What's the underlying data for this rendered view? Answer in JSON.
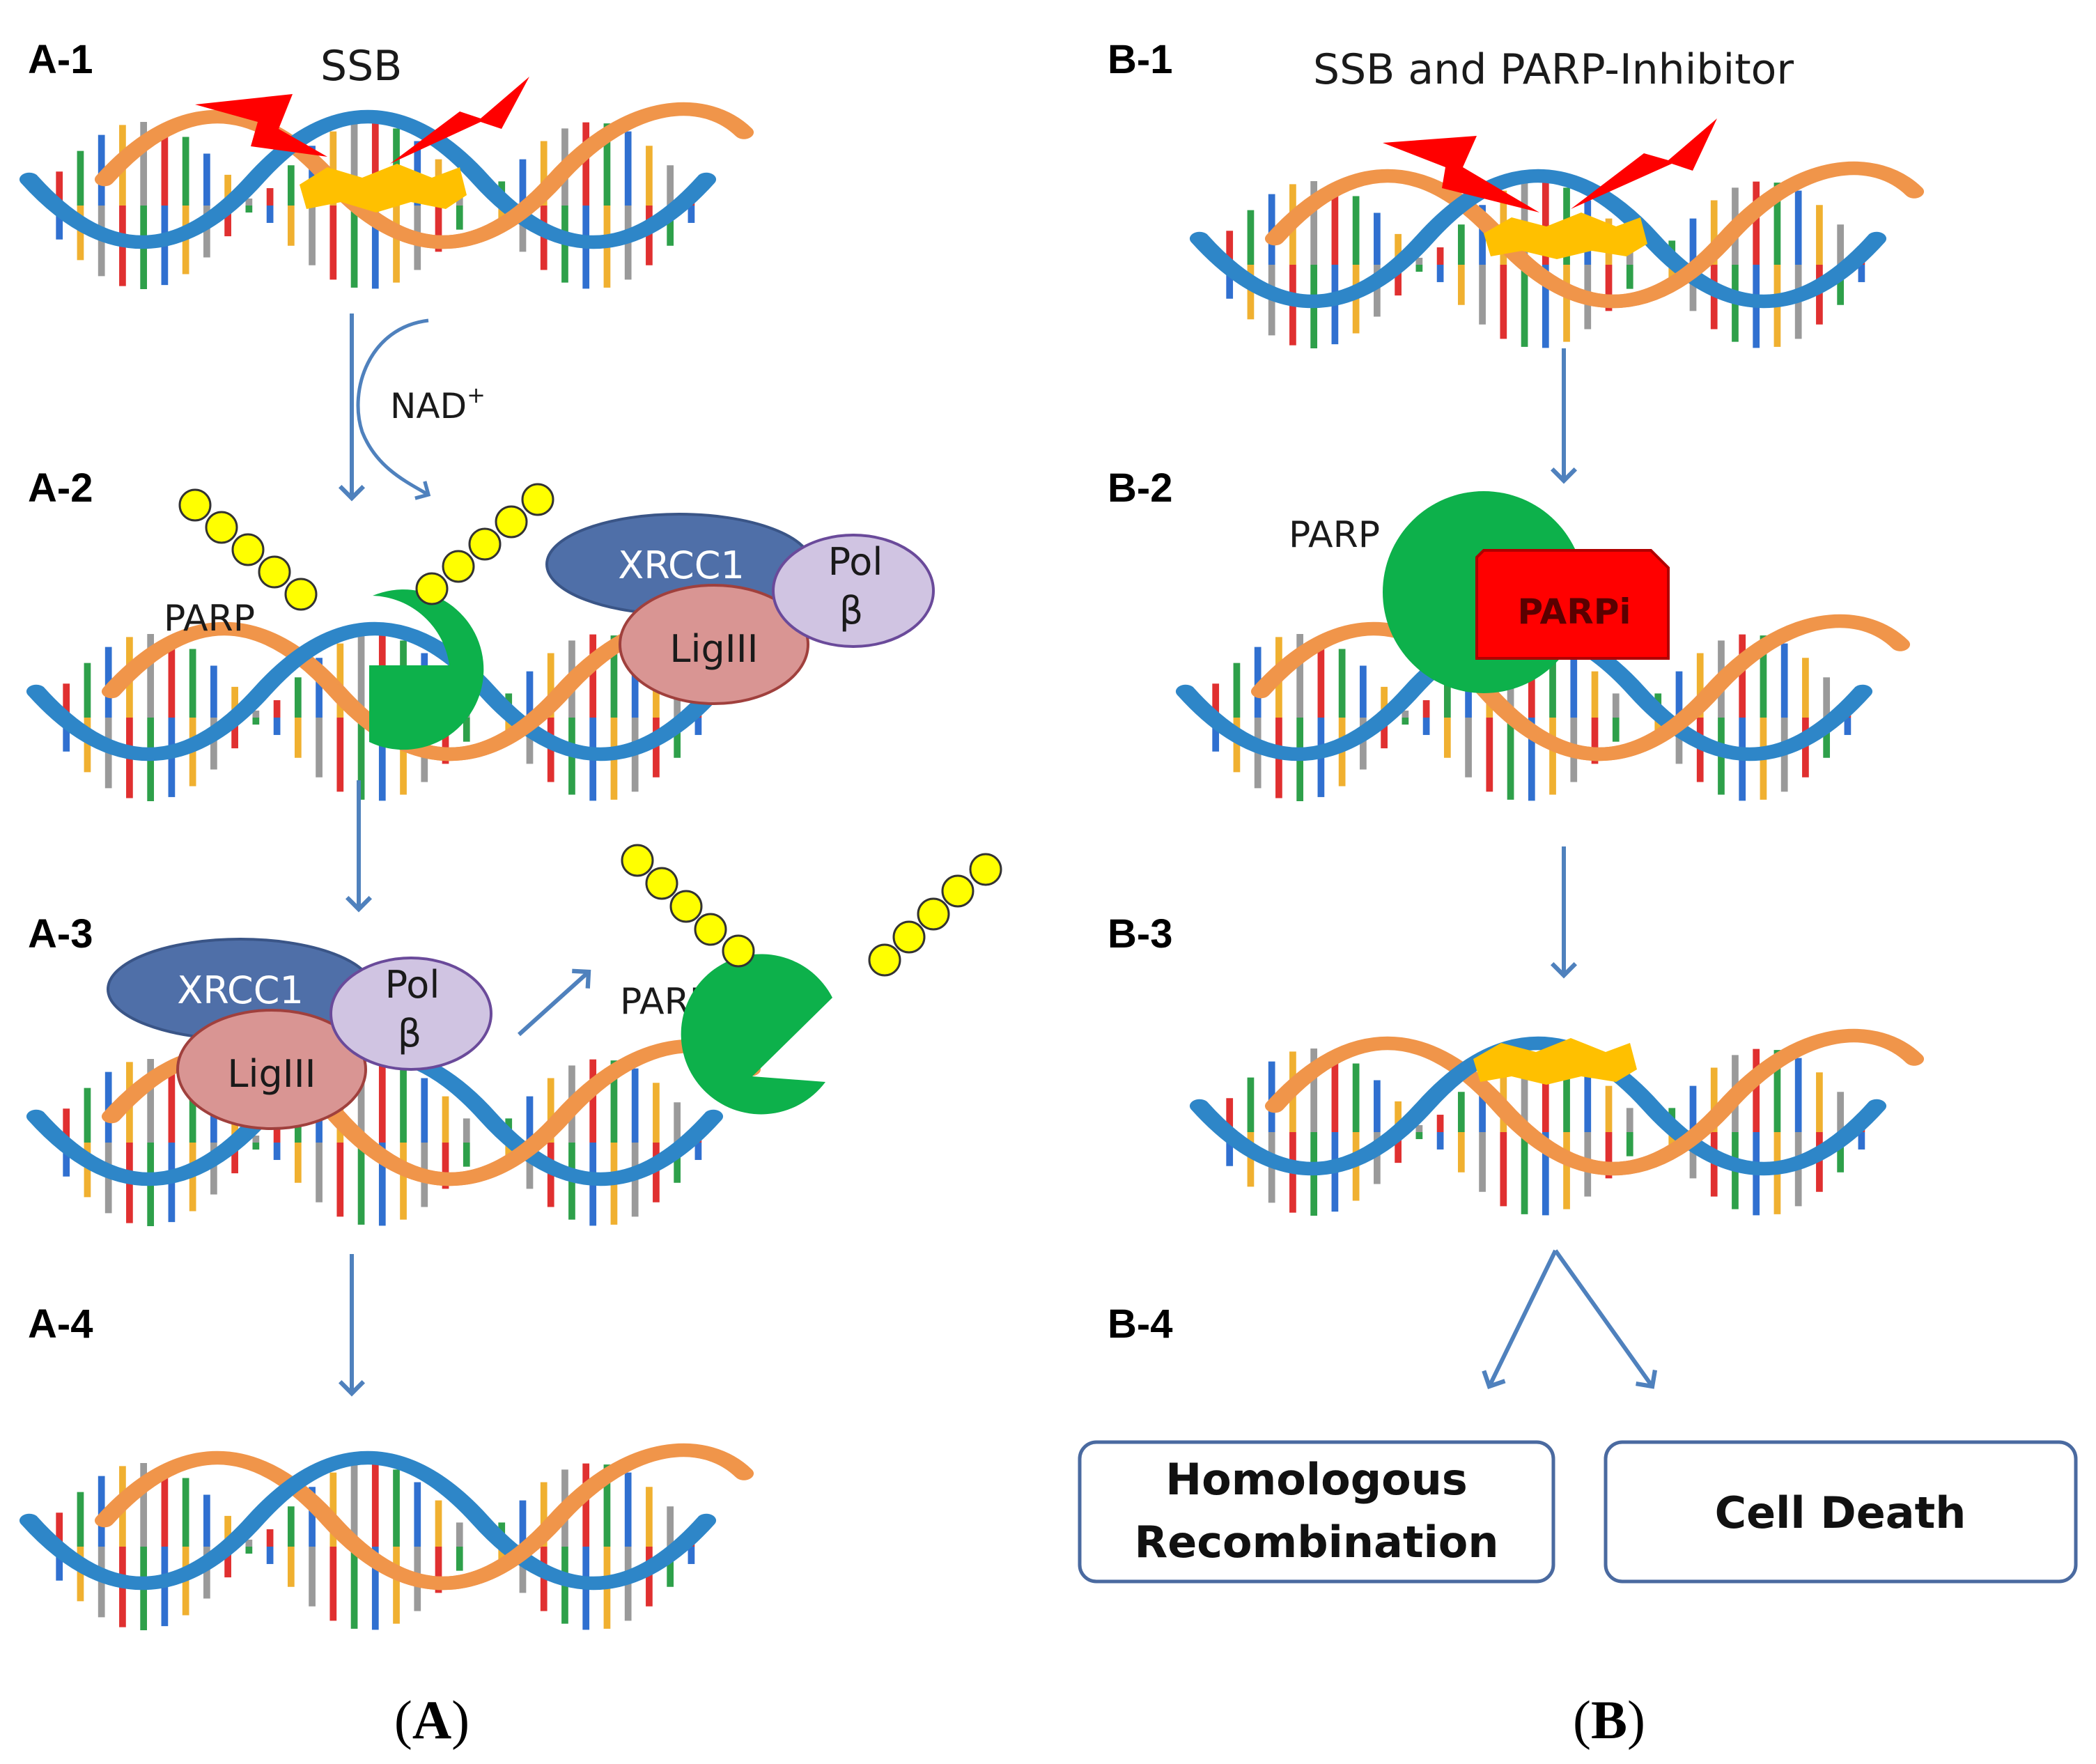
{
  "colors": {
    "arrow": "#4f81bd",
    "parp": "#0db14b",
    "bead": "#ffff00",
    "bolt": "#ff0000",
    "break": "#ffc000",
    "xrcc1": "#4f6fa8",
    "polb": "#d0c4e2",
    "ligiii": "#d99593",
    "parpi": "#ff0000",
    "helix_blue": "#2e86c8",
    "helix_orange": "#f0954a",
    "box_border": "#4a6aa0"
  },
  "panel_a": {
    "caption_open": "(",
    "caption": "A",
    "caption_close": ")",
    "steps": {
      "a1": "A-1",
      "a2": "A-2",
      "a3": "A-3",
      "a4": "A-4"
    },
    "ssb": "SSB",
    "nad": "NAD",
    "nad_sup": "+",
    "parp": "PARP",
    "xrcc1": "XRCC1",
    "pol": "Pol",
    "beta": "β",
    "ligiii": "LigIII"
  },
  "panel_b": {
    "caption_open": "(",
    "caption": "B",
    "caption_close": ")",
    "steps": {
      "b1": "B-1",
      "b2": "B-2",
      "b3": "B-3",
      "b4": "B-4"
    },
    "ssb_inhibitor": "SSB and PARP-Inhibitor",
    "parp": "PARP",
    "parpi": "PARPi",
    "outcome_hr_line1": "Homologous",
    "outcome_hr_line2": "Recombination",
    "outcome_death": "Cell Death"
  }
}
